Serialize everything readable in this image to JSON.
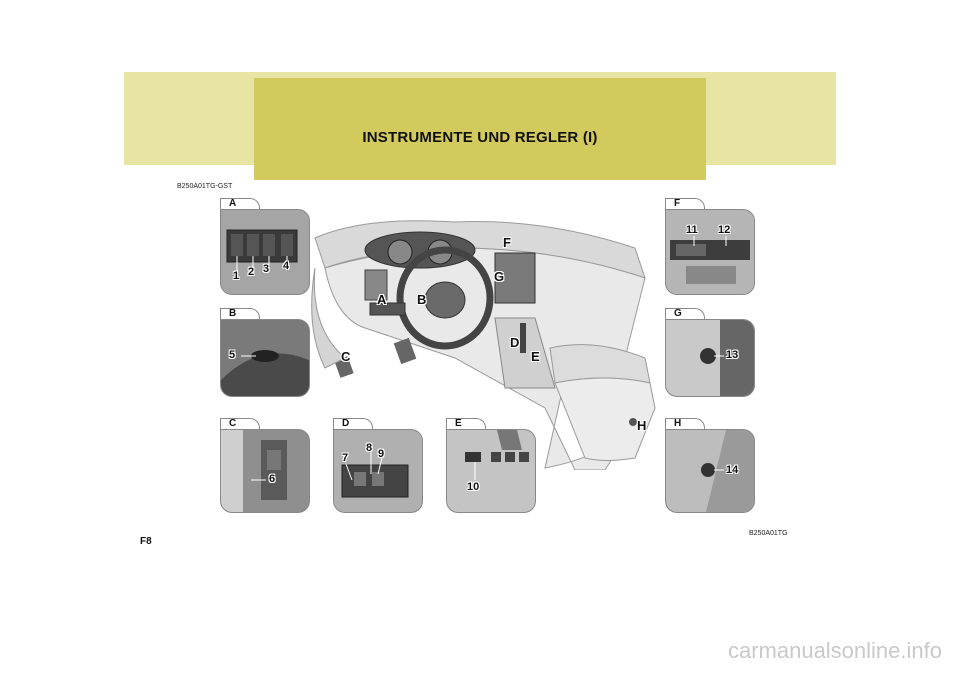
{
  "header": {
    "title": "INSTRUMENTE UND REGLER (I)"
  },
  "codes": {
    "top_left": "B250A01TG-GST",
    "bottom_right": "B250A01TG"
  },
  "page": {
    "number": "F8"
  },
  "watermark": "carmanualsonline.info",
  "dashboard_labels": {
    "a": "A",
    "b": "B",
    "c": "C",
    "d": "D",
    "e": "E",
    "f": "F",
    "g": "G",
    "h": "H"
  },
  "panels": {
    "a": {
      "letter": "A",
      "callouts": [
        "1",
        "2",
        "3",
        "4"
      ]
    },
    "b": {
      "letter": "B",
      "callouts": [
        "5"
      ]
    },
    "c": {
      "letter": "C",
      "callouts": [
        "6"
      ]
    },
    "d": {
      "letter": "D",
      "callouts": [
        "7",
        "8",
        "9"
      ]
    },
    "e": {
      "letter": "E",
      "callouts": [
        "10"
      ]
    },
    "f": {
      "letter": "F",
      "callouts": [
        "11",
        "12"
      ]
    },
    "g": {
      "letter": "G",
      "callouts": [
        "13"
      ]
    },
    "h": {
      "letter": "H",
      "callouts": [
        "14"
      ]
    }
  }
}
